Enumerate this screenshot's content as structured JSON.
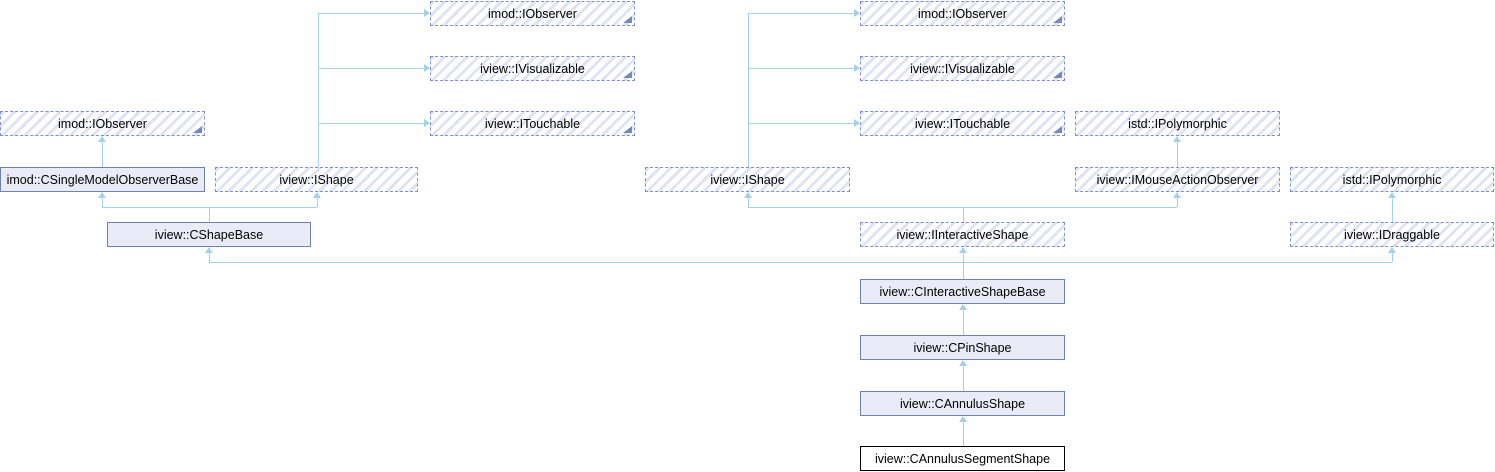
{
  "diagram": {
    "type": "class-inheritance-diagram",
    "root_class": "iview::CAnnulusSegmentShape",
    "colors": {
      "background": "#ffffff",
      "edge_line": "#a5d1e8",
      "dashed_border": "#8092c4",
      "hatch_stripe": "#dfe3f2",
      "solid_fill": "#e9ecf7",
      "solid_border": "#7081ae",
      "main_border": "#000000",
      "truncation_marker": "#7589c0",
      "text": "#000000"
    },
    "nodes": [
      {
        "id": "observer-left",
        "label": "imod::IObserver",
        "style": "dashed-hatched",
        "truncated": true
      },
      {
        "id": "observer-a",
        "label": "imod::IObserver",
        "style": "dashed-hatched",
        "truncated": true
      },
      {
        "id": "visualizable-a",
        "label": "iview::IVisualizable",
        "style": "dashed-hatched",
        "truncated": true
      },
      {
        "id": "touchable-a",
        "label": "iview::ITouchable",
        "style": "dashed-hatched",
        "truncated": true
      },
      {
        "id": "observer-b",
        "label": "imod::IObserver",
        "style": "dashed-hatched",
        "truncated": true
      },
      {
        "id": "visualizable-b",
        "label": "iview::IVisualizable",
        "style": "dashed-hatched",
        "truncated": true
      },
      {
        "id": "touchable-b",
        "label": "iview::ITouchable",
        "style": "dashed-hatched",
        "truncated": true
      },
      {
        "id": "polymorphic-a",
        "label": "istd::IPolymorphic",
        "style": "dashed-hatched",
        "truncated": false
      },
      {
        "id": "csinglemodelobserverbase",
        "label": "imod::CSingleModelObserverBase",
        "style": "solid",
        "truncated": false
      },
      {
        "id": "ishape-a",
        "label": "iview::IShape",
        "style": "dashed-hatched",
        "truncated": false
      },
      {
        "id": "ishape-b",
        "label": "iview::IShape",
        "style": "dashed-hatched",
        "truncated": false
      },
      {
        "id": "imouseactionobserver",
        "label": "iview::IMouseActionObserver",
        "style": "dashed-hatched",
        "truncated": false
      },
      {
        "id": "polymorphic-b",
        "label": "istd::IPolymorphic",
        "style": "dashed-hatched",
        "truncated": false
      },
      {
        "id": "cshapebase",
        "label": "iview::CShapeBase",
        "style": "solid",
        "truncated": false
      },
      {
        "id": "iinteractiveshape",
        "label": "iview::IInteractiveShape",
        "style": "dashed-hatched",
        "truncated": false
      },
      {
        "id": "idraggable",
        "label": "iview::IDraggable",
        "style": "dashed-hatched",
        "truncated": false
      },
      {
        "id": "cinteractiveshapebase",
        "label": "iview::CInteractiveShapeBase",
        "style": "solid",
        "truncated": false
      },
      {
        "id": "cpinshape",
        "label": "iview::CPinShape",
        "style": "solid",
        "truncated": false
      },
      {
        "id": "cannulusshape",
        "label": "iview::CAnnulusShape",
        "style": "solid",
        "truncated": false
      },
      {
        "id": "cannulussegmentshape",
        "label": "iview::CAnnulusSegmentShape",
        "style": "main",
        "truncated": false
      }
    ],
    "edges": [
      {
        "from": "csinglemodelobserverbase",
        "to": "observer-left"
      },
      {
        "from": "ishape-a",
        "to": "observer-a"
      },
      {
        "from": "ishape-a",
        "to": "visualizable-a"
      },
      {
        "from": "ishape-a",
        "to": "touchable-a"
      },
      {
        "from": "ishape-b",
        "to": "observer-b"
      },
      {
        "from": "ishape-b",
        "to": "visualizable-b"
      },
      {
        "from": "ishape-b",
        "to": "touchable-b"
      },
      {
        "from": "imouseactionobserver",
        "to": "polymorphic-a"
      },
      {
        "from": "idraggable",
        "to": "polymorphic-b"
      },
      {
        "from": "cshapebase",
        "to": "csinglemodelobserverbase"
      },
      {
        "from": "cshapebase",
        "to": "ishape-a"
      },
      {
        "from": "iinteractiveshape",
        "to": "ishape-b"
      },
      {
        "from": "iinteractiveshape",
        "to": "imouseactionobserver"
      },
      {
        "from": "cinteractiveshapebase",
        "to": "cshapebase"
      },
      {
        "from": "cinteractiveshapebase",
        "to": "iinteractiveshape"
      },
      {
        "from": "cinteractiveshapebase",
        "to": "idraggable"
      },
      {
        "from": "cpinshape",
        "to": "cinteractiveshapebase"
      },
      {
        "from": "cannulusshape",
        "to": "cpinshape"
      },
      {
        "from": "cannulussegmentshape",
        "to": "cannulusshape"
      }
    ]
  }
}
